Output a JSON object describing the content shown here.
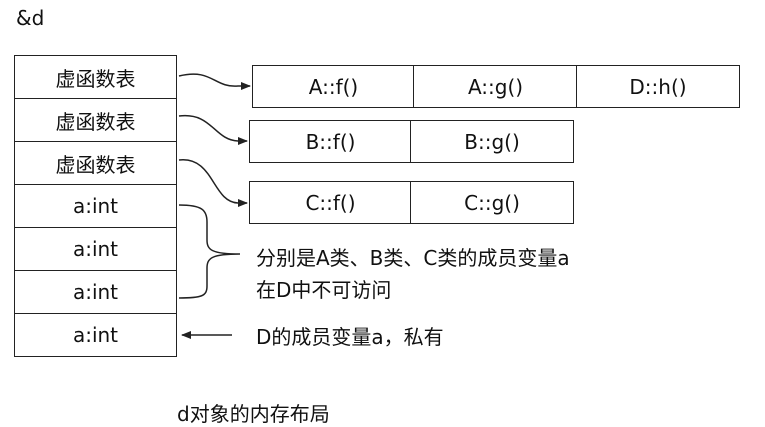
{
  "top_label": "&d",
  "object_cells": [
    "虚函数表",
    "虚函数表",
    "虚函数表",
    "a:int",
    "a:int",
    "a:int",
    "a:int"
  ],
  "vtables": [
    [
      "A::f()",
      "A::g()",
      "D::h()"
    ],
    [
      "B::f()",
      "B::g()"
    ],
    [
      "C::f()",
      "C::g()"
    ]
  ],
  "brace_note": [
    "分别是A类、B类、C类的成员变量a",
    "在D中不可访问"
  ],
  "arrow_note": "D的成员变量a，私有",
  "caption": "d对象的内存布局"
}
